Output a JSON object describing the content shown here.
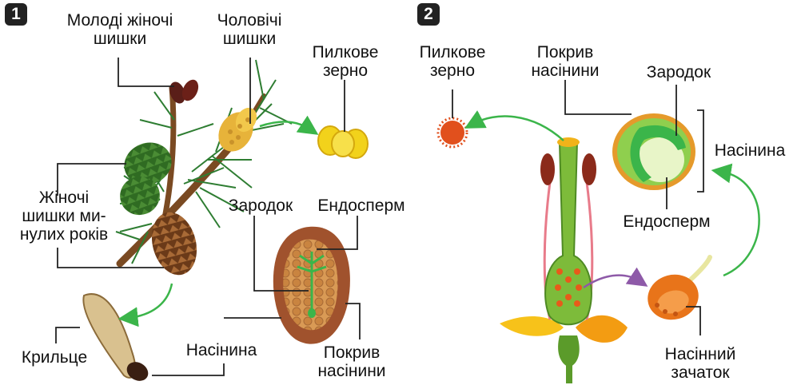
{
  "panel1": {
    "badge": "1",
    "young_female_cones": [
      "Молоді жіночі",
      "шишки"
    ],
    "male_cones": [
      "Чоловічі",
      "шишки"
    ],
    "pollen_grain": [
      "Пилкове",
      "зерно"
    ],
    "old_female_cones": [
      "Жіночі",
      "шишки ми-",
      "нулих років"
    ],
    "embryo": "Зародок",
    "endosperm": "Ендосперм",
    "wing": "Крильце",
    "seed": "Насінина",
    "seed_coat": [
      "Покрив",
      "насінини"
    ]
  },
  "panel2": {
    "badge": "2",
    "pollen_grain": [
      "Пилкове",
      "зерно"
    ],
    "seed_coat": [
      "Покрив",
      "насінини"
    ],
    "embryo": "Зародок",
    "seed": "Насінина",
    "endosperm": "Ендосперм",
    "ovule": [
      "Насінний",
      "зачаток"
    ]
  },
  "colors": {
    "arrow_green": "#3bb54a",
    "arrow_purple": "#8e5aa8",
    "leader": "#222222",
    "pollen_yellow": "#f2d21b",
    "cone_green": "#3f7d2c",
    "cone_brown": "#8a5326",
    "seed_brown": "#a0522d",
    "flower_green": "#7dbb3a",
    "petal_orange": "#f39c12"
  }
}
